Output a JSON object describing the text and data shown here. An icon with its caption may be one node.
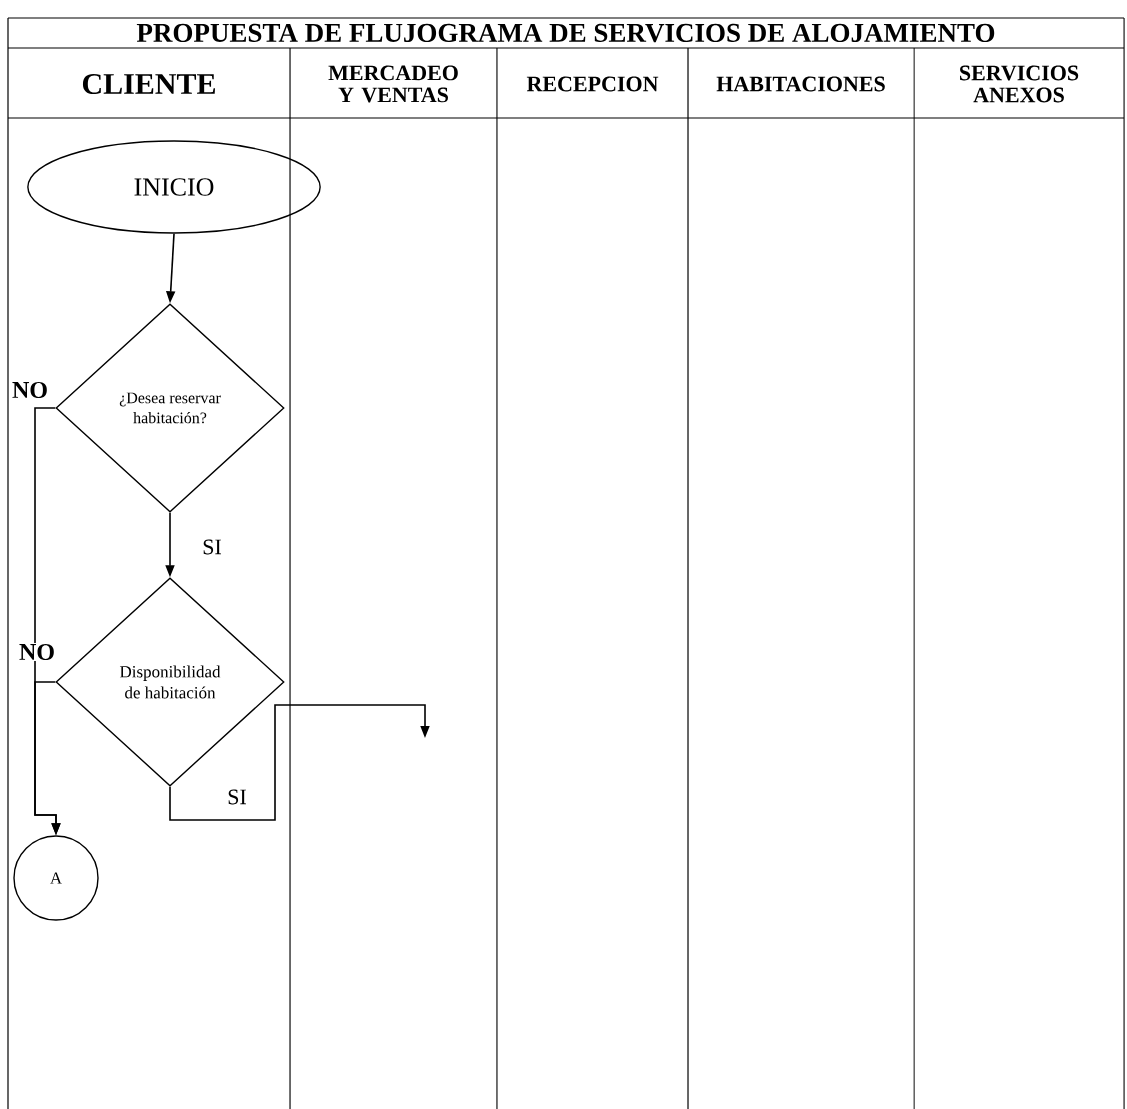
{
  "diagram": {
    "title": "PROPUESTA DE FLUJOGRAMA DE SERVICIOS DE ALOJAMIENTO",
    "nodes": [
      {
        "text": [
          "INICIO"
        ]
      },
      {
        "text": [
          "¿Desea reservar habitación?"
        ]
      },
      {
        "text": [
          "Disponibilidad de habitación"
        ]
      },
      {
        "text": [
          "A"
        ]
      }
    ],
    "edges": [
      {
        "from": 0,
        "to": 1,
        "arrow": "to"
      },
      {
        "from": 1,
        "to": 2,
        "arrow": "to",
        "label": "SI"
      },
      {
        "from": 1,
        "to": 3,
        "arrow": "to",
        "label": "NO"
      },
      {
        "from": 2,
        "to": 3,
        "arrow": "to",
        "label": "NO"
      },
      {
        "from": 2,
        "to": null,
        "arrow": "to",
        "label": "SI"
      }
    ],
    "labels": [
      "CLIENTE",
      "MERCADEO Y VENTAS",
      "RECEPCION",
      "HABITACIONES",
      "SERVICIOS ANEXOS"
    ]
  }
}
